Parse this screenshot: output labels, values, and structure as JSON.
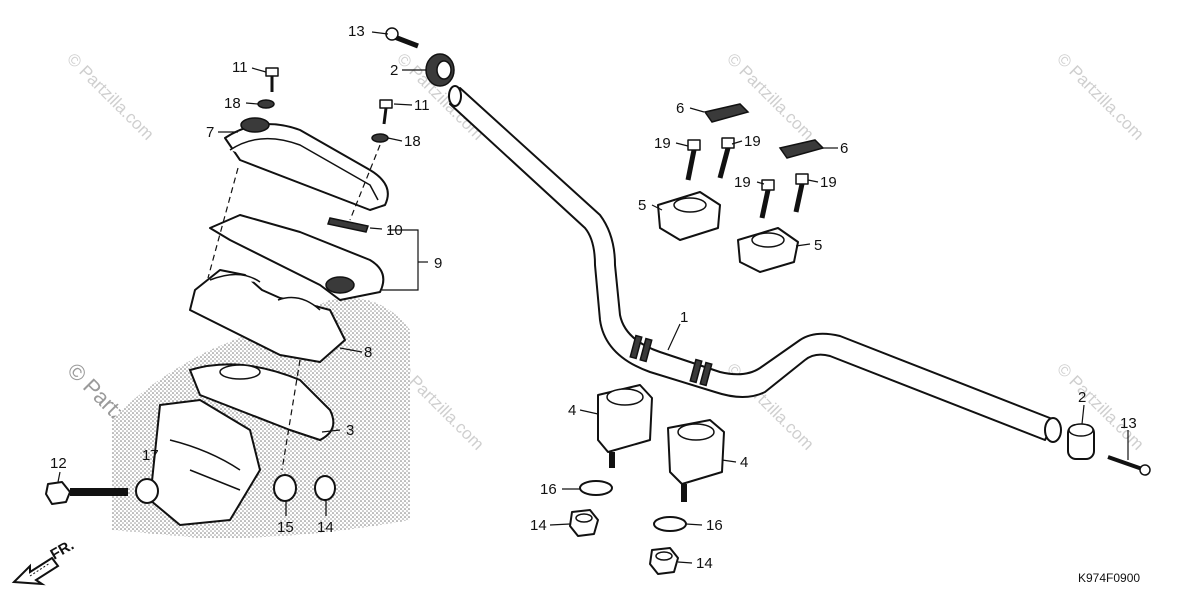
{
  "diagram": {
    "code": "K974F0900",
    "direction_label": "FR.",
    "watermark_text": "© Partzilla.com",
    "callouts": {
      "c1": "1",
      "c2a": "2",
      "c2b": "2",
      "c3": "3",
      "c4a": "4",
      "c4b": "4",
      "c5a": "5",
      "c5b": "5",
      "c6a": "6",
      "c6b": "6",
      "c7": "7",
      "c8": "8",
      "c9": "9",
      "c10": "10",
      "c11a": "11",
      "c11b": "11",
      "c12": "12",
      "c13a": "13",
      "c13b": "13",
      "c14a": "14",
      "c14b": "14",
      "c14c": "14",
      "c15": "15",
      "c16a": "16",
      "c16b": "16",
      "c17": "17",
      "c18a": "18",
      "c18b": "18",
      "c19a": "19",
      "c19b": "19",
      "c19c": "19",
      "c19d": "19"
    }
  }
}
